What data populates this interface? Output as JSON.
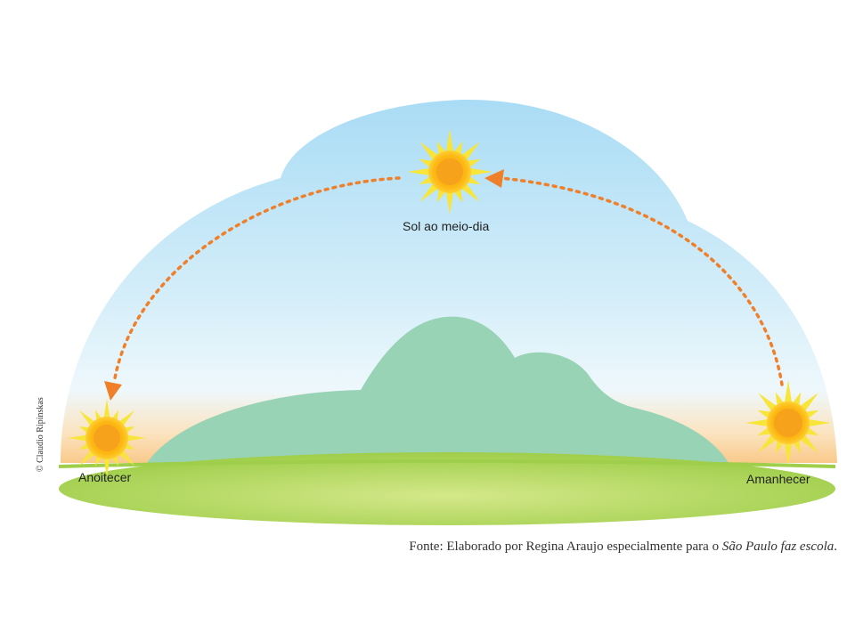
{
  "labels": {
    "noon": "Sol ao meio-dia",
    "dusk": "Anoitecer",
    "dawn": "Amanhecer"
  },
  "credit": "© Claudio Ripinskas",
  "caption": {
    "prefix": "Fonte: Elaborado por Regina Araujo especialmente para o ",
    "italic": "São Paulo faz escola",
    "suffix": "."
  },
  "colors": {
    "sky_top": "#a9dcf5",
    "sky_bottom": "#e9f6fc",
    "horizon_glow": "#f9c98a",
    "mountain": "#99d3b6",
    "ground": "#9fce4a",
    "ground_light": "#d4e88a",
    "sun_rays": "#f7e53a",
    "sun_core": "#fdb813",
    "sun_center": "#f6a21a",
    "arrow": "#f07f2a"
  },
  "icons": [
    "sun-icon",
    "arrow-head-icon"
  ]
}
